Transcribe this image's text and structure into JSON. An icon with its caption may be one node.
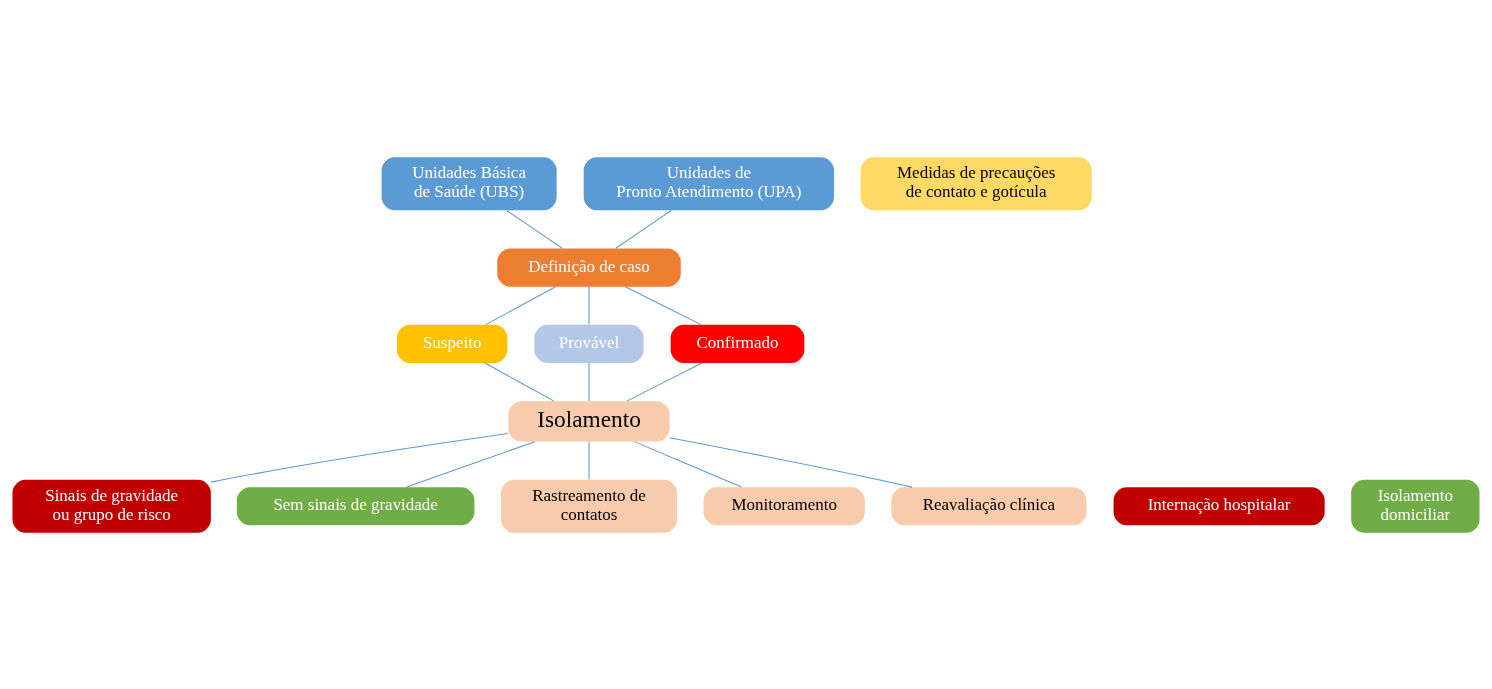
{
  "diagram": {
    "nodes": [
      {
        "text": [
          "Unidades Básica de Saúde (UBS)"
        ]
      },
      {
        "text": [
          "Unidades de Pronto Atendimento (UPA)"
        ]
      },
      {
        "text": [
          "Medidas de precauções de contato e gotícula"
        ]
      },
      {
        "text": [
          "Definição de caso"
        ]
      },
      {
        "text": [
          "Suspeito"
        ]
      },
      {
        "text": [
          "Provável"
        ]
      },
      {
        "text": [
          "Confirmado"
        ]
      },
      {
        "text": [
          "Isolamento"
        ]
      },
      {
        "text": [
          "Sinais de gravidade ou grupo de risco"
        ]
      },
      {
        "text": [
          "Internação hospitalar"
        ]
      },
      {
        "text": [
          "Sem sinais de gravidade"
        ]
      },
      {
        "text": [
          "Isolamento domiciliar"
        ]
      },
      {
        "text": [
          "Rastreamento de contatos"
        ]
      },
      {
        "text": [
          "Monitoramento"
        ]
      },
      {
        "text": [
          "Reavaliação clínica"
        ]
      }
    ],
    "edges": [
      {
        "from": 0,
        "to": 3,
        "arrow": "none"
      },
      {
        "from": 1,
        "to": 3,
        "arrow": "none"
      },
      {
        "from": 3,
        "to": 4,
        "arrow": "none"
      },
      {
        "from": 3,
        "to": 5,
        "arrow": "none"
      },
      {
        "from": 3,
        "to": 6,
        "arrow": "none"
      },
      {
        "from": 4,
        "to": 7,
        "arrow": "none"
      },
      {
        "from": 5,
        "to": 7,
        "arrow": "none"
      },
      {
        "from": 6,
        "to": 7,
        "arrow": "none"
      },
      {
        "from": 7,
        "to": 8,
        "arrow": "none"
      },
      {
        "from": 7,
        "to": 10,
        "arrow": "none"
      },
      {
        "from": 7,
        "to": 12,
        "arrow": "none"
      },
      {
        "from": 7,
        "to": 13,
        "arrow": "none"
      },
      {
        "from": 7,
        "to": 14,
        "arrow": "none"
      }
    ]
  }
}
